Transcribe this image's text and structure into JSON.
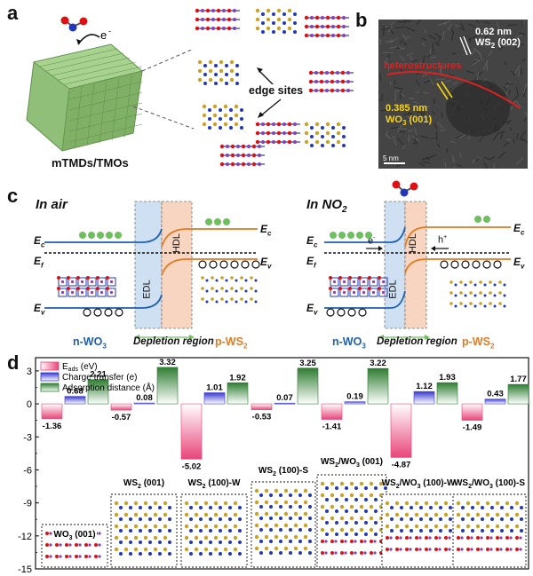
{
  "panels": {
    "a": {
      "label": "a",
      "electron": "e",
      "electron_sup": "-",
      "material": "mTMDs/TMOs",
      "edge_sites": "edge sites"
    },
    "b": {
      "label": "b",
      "ws2_spacing": "0.62 nm",
      "ws2_name": "WS",
      "ws2_sub": "2",
      "ws2_plane": " (002)",
      "heterostructures": "heterostructures",
      "wo3_spacing": "0.385 nm",
      "wo3_name": "WO",
      "wo3_sub": "3",
      "wo3_plane": " (001)",
      "scale_bar": "5 nm"
    },
    "c": {
      "label": "c",
      "left": {
        "title": "In air",
        "Ec": "E",
        "Ec_sub": "c",
        "Ef": "E",
        "Ef_sub": "f",
        "Ev": "E",
        "Ev_sub": "v",
        "Ec_r": "E",
        "Ec_r_sub": "c",
        "Ev_r": "E",
        "Ev_r_sub": "v",
        "edl": "EDL",
        "hdl": "HDL",
        "n_label": "n-WO",
        "n_sub": "3",
        "depletion": "Depletion region",
        "p_label": "p-WS",
        "p_sub": "2"
      },
      "right": {
        "title": "In NO",
        "title_sub": "2",
        "Ec": "E",
        "Ec_sub": "c",
        "Ef": "E",
        "Ef_sub": "f",
        "Ev": "E",
        "Ev_sub": "v",
        "Ec_r": "E",
        "Ec_r_sub": "c",
        "Ev_r": "E",
        "Ev_r_sub": "v",
        "edl": "EDL",
        "hdl": "HDL",
        "electron": "e",
        "electron_sup": "-",
        "hole": "h",
        "hole_sup": "+",
        "n_label": "n-WO",
        "n_sub": "3",
        "depletion": "Depletion region",
        "p_label": "p-WS",
        "p_sub": "2"
      }
    },
    "d": {
      "label": "d",
      "legend": [
        {
          "name": "E",
          "sub": "ads",
          "tail": " (eV)",
          "color": "#e8457a"
        },
        {
          "name": "Charge transfer (e)",
          "sub": "",
          "tail": "",
          "color": "#3a3ad0"
        },
        {
          "name": "Adsorption distance (Å)",
          "sub": "",
          "tail": "",
          "color": "#2e7d32"
        }
      ],
      "structure_labels": [
        {
          "name": "WO",
          "sub": "3",
          "tail": " (001)"
        },
        {
          "name": "WS",
          "sub": "2",
          "tail": " (001)"
        },
        {
          "name": "WS",
          "sub": "2",
          "tail": " (100)-W"
        },
        {
          "name": "WS",
          "sub": "2",
          "tail": " (100)-S"
        },
        {
          "name": "WS",
          "sub": "2",
          "tail": "/WO",
          "sub2": "3",
          "tail2": " (001)"
        },
        {
          "name": "WS",
          "sub": "2",
          "tail": "/WO",
          "sub2": "3",
          "tail2": " (100)-W"
        },
        {
          "name": "WS",
          "sub": "2",
          "tail": "/WO",
          "sub2": "3",
          "tail2": " (100)-S"
        }
      ]
    }
  },
  "chart_data": {
    "type": "bar",
    "categories": [
      "WO3 (001)",
      "WS2 (001)",
      "WS2 (100)-W",
      "WS2 (100)-S",
      "WS2/WO3 (001)",
      "WS2/WO3 (100)-W",
      "WS2/WO3 (100)-S"
    ],
    "series": [
      {
        "name": "Eads (eV)",
        "values": [
          -1.36,
          -0.57,
          -5.02,
          -0.53,
          -1.41,
          -4.87,
          -1.49
        ]
      },
      {
        "name": "Charge transfer (e)",
        "values": [
          0.68,
          0.08,
          1.01,
          0.07,
          0.19,
          1.12,
          0.43
        ]
      },
      {
        "name": "Adsorption distance (Å)",
        "values": [
          2.21,
          3.32,
          1.92,
          3.25,
          3.22,
          1.93,
          1.77
        ]
      }
    ],
    "value_labels": [
      [
        "-1.36",
        "-0.57",
        "-5.02",
        "-0.53",
        "-1.41",
        "-4.87",
        "-1.49"
      ],
      [
        "0.68",
        "0.08",
        "1.01",
        "0.07",
        "0.19",
        "1.12",
        "0.43"
      ],
      [
        "2.21",
        "3.32",
        "1.92",
        "3.25",
        "3.22",
        "1.93",
        "1.77"
      ]
    ],
    "yticks": [
      "3",
      "0",
      "-3",
      "-6",
      "-9",
      "-12",
      "-15"
    ],
    "ylim": [
      -15,
      4.2
    ],
    "grid": false,
    "legend_position": "top-left"
  }
}
